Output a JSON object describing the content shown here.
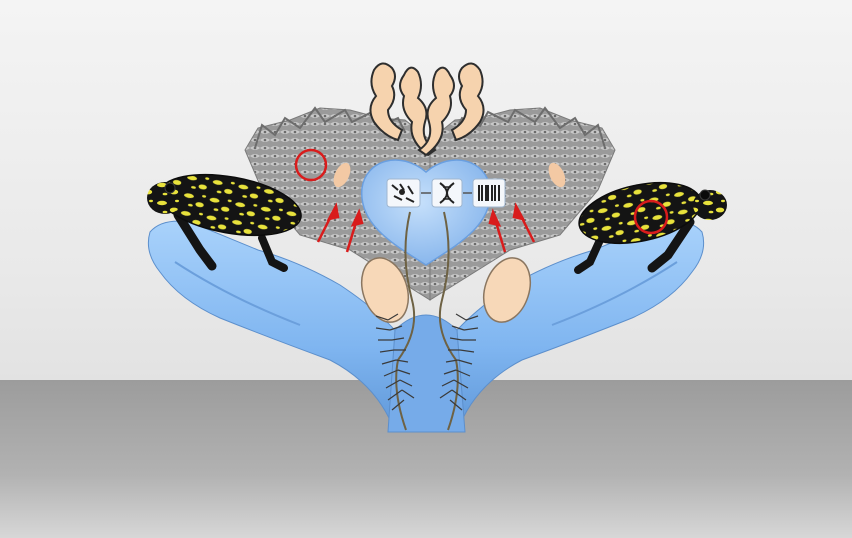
{
  "colors": {
    "background_top": "#ececec",
    "background_bottom": "#a7a7a7",
    "glove": "#8cc0f4",
    "glove_dark": "#5f97d8",
    "heart": "#9fc8f5",
    "skin_tissue": "#8f8f8f",
    "swab_tip": "#f6d6b4",
    "frog_yellow": "#e6e23a",
    "frog_black": "#151515",
    "highlight": "#d91c1c"
  },
  "icons": [
    "swab-icon",
    "dna-helix-icon",
    "barcode-icon"
  ],
  "panels": [
    "skin-tissue-left",
    "skin-tissue-right"
  ],
  "annotations": {
    "highlight_circles": 2,
    "arrows": 4
  }
}
